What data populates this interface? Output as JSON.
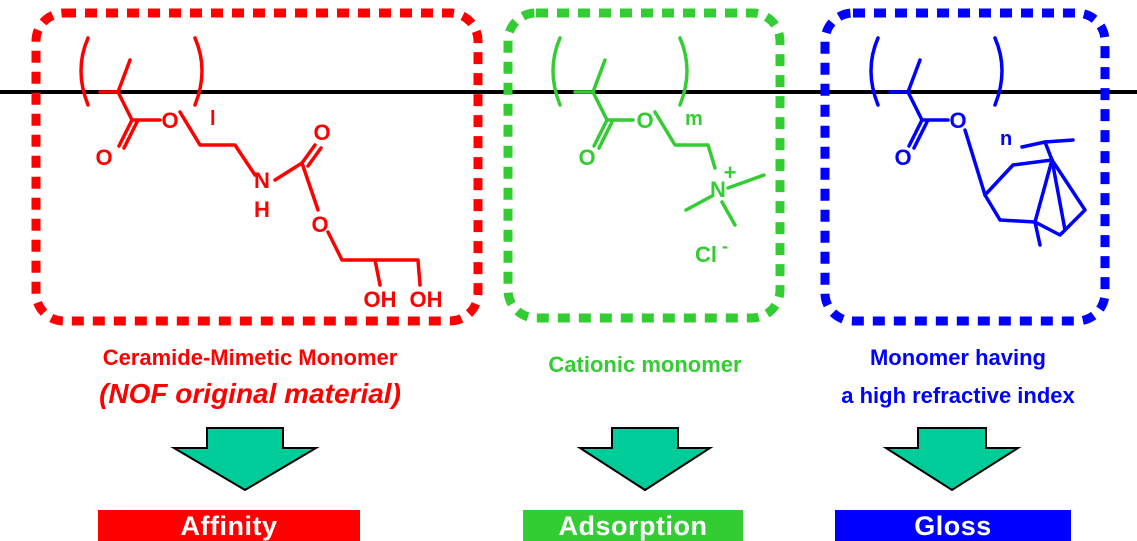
{
  "colors": {
    "red": "#ff0000",
    "green": "#33cc33",
    "blue": "#0000ff",
    "arrow_fill": "#00cc99",
    "black": "#000000"
  },
  "monomers": [
    {
      "name": "ceramide-mimetic",
      "color": "#ff0000",
      "subscript": "l",
      "atoms": {
        "O1": "O",
        "O2": "O",
        "O3": "O",
        "N": "N",
        "H": "H",
        "O4": "O",
        "OH1": "OH",
        "OH2": "OH"
      },
      "caption_line1": "Ceramide-Mimetic Monomer",
      "caption_line2": "(NOF original material)",
      "result_label": "Affinity"
    },
    {
      "name": "cationic",
      "color": "#33cc33",
      "subscript": "m",
      "atoms": {
        "O1": "O",
        "O2": "O",
        "N": "N",
        "plus": "+",
        "Cl": "Cl",
        "minus": "-"
      },
      "caption_line1": "Cationic monomer",
      "result_label": "Adsorption"
    },
    {
      "name": "high-refractive-index",
      "color": "#0000ff",
      "subscript": "n",
      "atoms": {
        "O1": "O",
        "O2": "O"
      },
      "caption_line1": "Monomer having",
      "caption_line2": "a high refractive index",
      "result_label": "Gloss"
    }
  ]
}
